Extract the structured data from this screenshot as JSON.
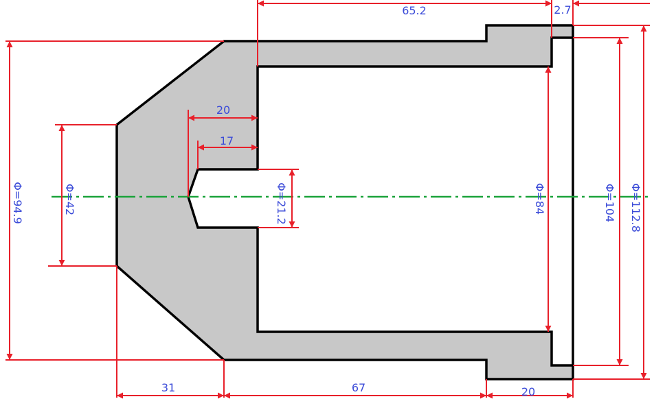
{
  "colors": {
    "dimension_lines": "#e8202a",
    "dimension_text": "#3b4bd8",
    "part_fill": "#c8c8c8",
    "outline": "#000000",
    "centerline": "#1aa33a",
    "background": "#ffffff"
  },
  "dimensions": {
    "top_length": "65.2",
    "top_step": "2.7",
    "bottom_chamfer": "31",
    "bottom_middle": "67",
    "bottom_right": "20",
    "bore_depth_20": "20",
    "bore_depth_17": "17",
    "dia_outer_cone": "Φ=94.9",
    "dia_front_face": "Φ=42",
    "dia_small_bore": "Φ=21.2",
    "dia_inner_cavity": "Φ=84",
    "dia_shoulder": "Φ=104",
    "dia_flange": "Φ=112.8"
  }
}
